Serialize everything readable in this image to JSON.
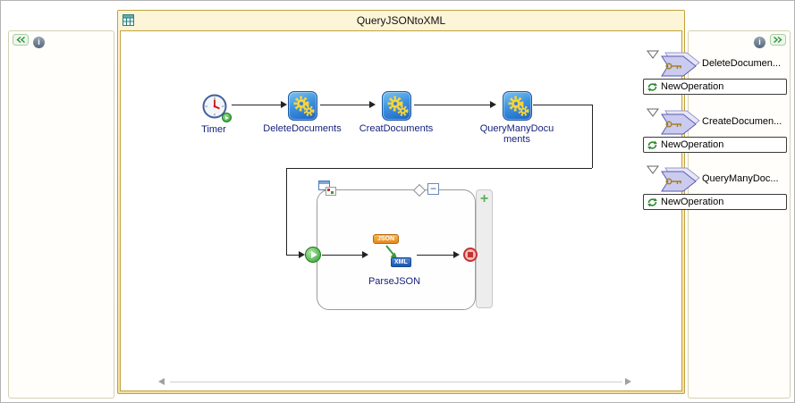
{
  "window": {
    "title": "QueryJSONtoXML"
  },
  "palette": {
    "frame_gold": "#c2a23e",
    "title_bar_bg": "#f7ecc4",
    "activity_blue": "#2f7fd6",
    "gear_yellow": "#f6d33c",
    "start_green": "#339e33",
    "stop_red": "#c23333",
    "label_navy": "#131f7b",
    "partner_lavender": "#cdcdf0"
  },
  "process": {
    "flow": [
      {
        "label": "Timer"
      },
      {
        "label": "DeleteDocuments"
      },
      {
        "label": "CreatDocuments"
      },
      {
        "label": "QueryManyDocuments"
      }
    ],
    "scope": {
      "activity": {
        "label": "ParseJSON",
        "from_badge": "JSON",
        "to_badge": "XML"
      }
    }
  },
  "partners": [
    {
      "name": "DeleteDocumen...",
      "operation": "NewOperation"
    },
    {
      "name": "CreateDocumen...",
      "operation": "NewOperation"
    },
    {
      "name": "QueryManyDoc...",
      "operation": "NewOperation"
    }
  ],
  "icons": {
    "info": "i",
    "plus": "+",
    "minus": "−"
  }
}
